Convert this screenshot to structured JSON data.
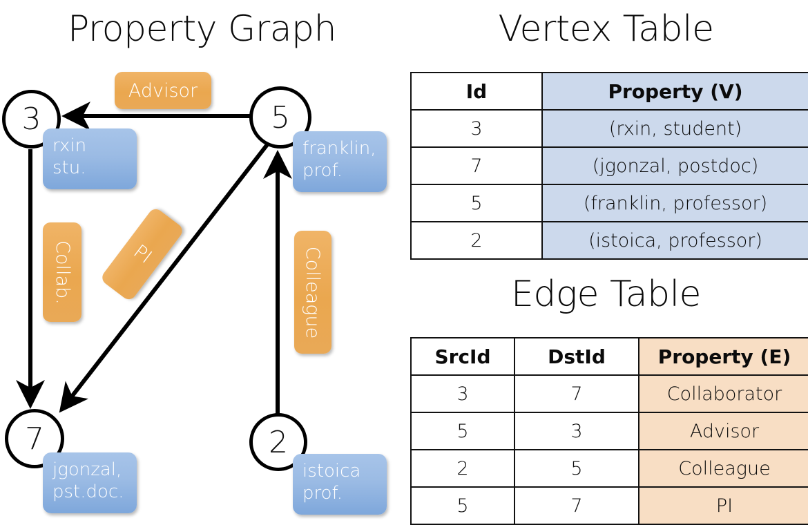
{
  "titles": {
    "property_graph": "Property Graph",
    "vertex_table": "Vertex Table",
    "edge_table": "Edge Table"
  },
  "graph": {
    "nodes": [
      {
        "id": "3",
        "property_text": "rxin\nstu."
      },
      {
        "id": "5",
        "property_text": "franklin,\nprof."
      },
      {
        "id": "7",
        "property_text": "jgonzal,\npst.doc."
      },
      {
        "id": "2",
        "property_text": "istoica\nprof."
      }
    ],
    "edge_labels": [
      {
        "name": "advisor",
        "text": "Advisor"
      },
      {
        "name": "collab",
        "text": "Collab."
      },
      {
        "name": "pi",
        "text": "PI"
      },
      {
        "name": "colleague",
        "text": "Colleague"
      }
    ],
    "edges": [
      {
        "from": "5",
        "to": "3",
        "label": "Advisor"
      },
      {
        "from": "3",
        "to": "7",
        "label": "Collab."
      },
      {
        "from": "5",
        "to": "7",
        "label": "PI"
      },
      {
        "from": "2",
        "to": "5",
        "label": "Colleague"
      }
    ]
  },
  "vertex_table": {
    "columns": [
      "Id",
      "Property (V)"
    ],
    "rows": [
      {
        "id": "3",
        "property": "(rxin, student)"
      },
      {
        "id": "7",
        "property": "(jgonzal, postdoc)"
      },
      {
        "id": "5",
        "property": "(franklin, professor)"
      },
      {
        "id": "2",
        "property": "(istoica, professor)"
      }
    ]
  },
  "edge_table": {
    "columns": [
      "SrcId",
      "DstId",
      "Property (E)"
    ],
    "rows": [
      {
        "src": "3",
        "dst": "7",
        "property": "Collaborator"
      },
      {
        "src": "5",
        "dst": "3",
        "property": "Advisor"
      },
      {
        "src": "2",
        "dst": "5",
        "property": "Colleague"
      },
      {
        "src": "5",
        "dst": "7",
        "property": "PI"
      }
    ]
  },
  "colors": {
    "vertex_property_blue": "#9bbbe4",
    "edge_label_orange": "#eaa74f",
    "vertex_table_cell_blue": "#ccd9ec",
    "edge_table_cell_orange": "#f8dec4",
    "stroke_black": "#000000"
  }
}
